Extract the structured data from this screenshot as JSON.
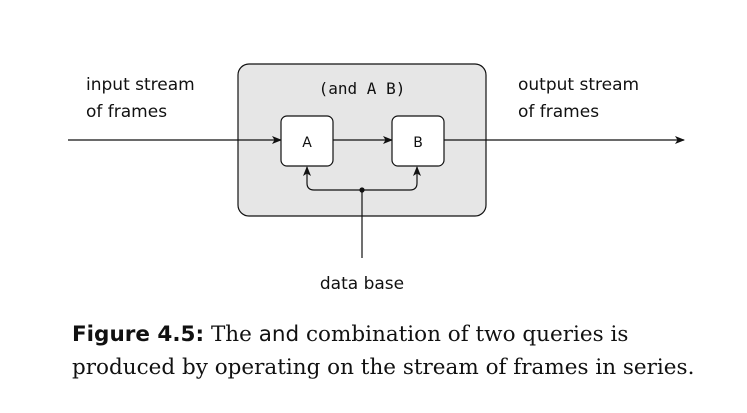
{
  "diagram": {
    "input_label": [
      "input stream",
      "of frames"
    ],
    "output_label": [
      "output stream",
      "of frames"
    ],
    "combiner_label": "(and A B)",
    "query_a": "A",
    "query_b": "B",
    "database_label": "data base"
  },
  "caption": {
    "figure_label": "Figure 4.5:",
    "text_1": " The ",
    "code_word": "and",
    "text_2": " combination of two queries is produced by operating on the stream of frames in series."
  }
}
